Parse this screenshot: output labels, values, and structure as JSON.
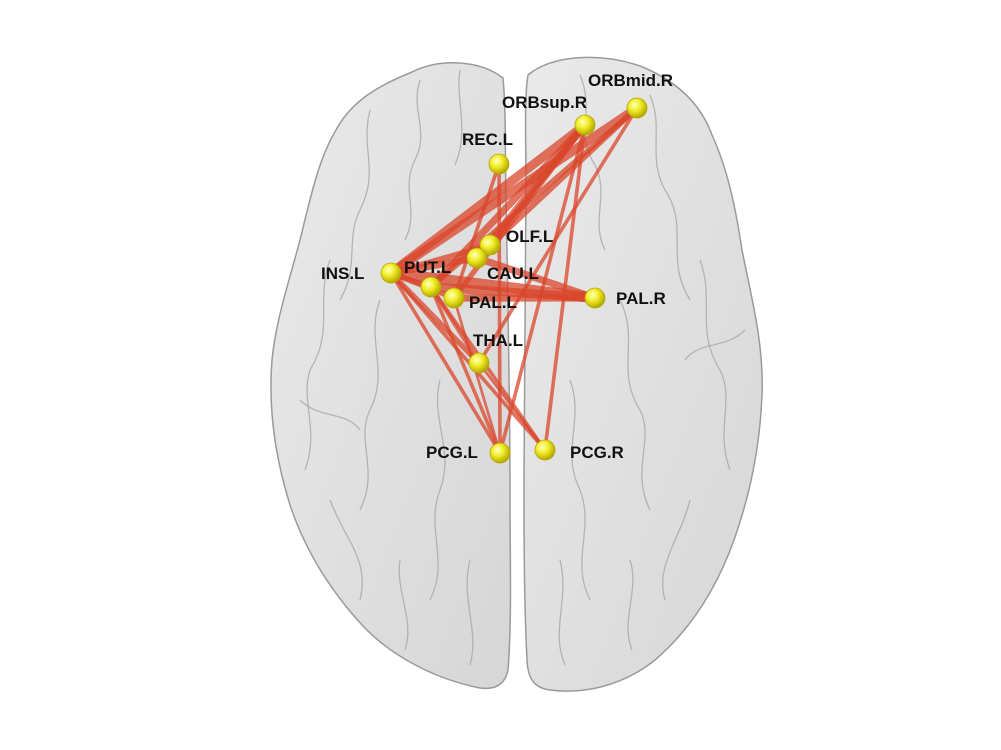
{
  "diagram": {
    "type": "brain-connectivity-network",
    "view": "axial-top",
    "colors": {
      "brain_fill": "#d8d8d8",
      "brain_stroke": "#9a9a9a",
      "edge": "#d9452b",
      "node": "#f2ee2a",
      "node_edge": "#b5a800",
      "label": "#111111"
    },
    "nodes": [
      {
        "id": "ORBmid.R",
        "label": "ORBmid.R"
      },
      {
        "id": "ORBsup.R",
        "label": "ORBsup.R"
      },
      {
        "id": "REC.L",
        "label": "REC.L"
      },
      {
        "id": "OLF.L",
        "label": "OLF.L"
      },
      {
        "id": "INS.L",
        "label": "INS.L"
      },
      {
        "id": "PUT.L",
        "label": "PUT.L"
      },
      {
        "id": "CAU.L",
        "label": "CAU.L"
      },
      {
        "id": "PAL.L",
        "label": "PAL.L"
      },
      {
        "id": "PAL.R",
        "label": "PAL.R"
      },
      {
        "id": "THA.L",
        "label": "THA.L"
      },
      {
        "id": "PCG.L",
        "label": "PCG.L"
      },
      {
        "id": "PCG.R",
        "label": "PCG.R"
      }
    ],
    "edges": [
      {
        "source": "INS.L",
        "target": "ORBsup.R",
        "weight": 5
      },
      {
        "source": "INS.L",
        "target": "ORBmid.R",
        "weight": 5
      },
      {
        "source": "INS.L",
        "target": "PAL.R",
        "weight": 6
      },
      {
        "source": "INS.L",
        "target": "CAU.L",
        "weight": 4
      },
      {
        "source": "INS.L",
        "target": "OLF.L",
        "weight": 3
      },
      {
        "source": "INS.L",
        "target": "PAL.L",
        "weight": 3
      },
      {
        "source": "INS.L",
        "target": "PUT.L",
        "weight": 3
      },
      {
        "source": "INS.L",
        "target": "THA.L",
        "weight": 3
      },
      {
        "source": "INS.L",
        "target": "PCG.L",
        "weight": 2
      },
      {
        "source": "INS.L",
        "target": "PCG.R",
        "weight": 2
      },
      {
        "source": "PUT.L",
        "target": "ORBsup.R",
        "weight": 4
      },
      {
        "source": "PUT.L",
        "target": "ORBmid.R",
        "weight": 3
      },
      {
        "source": "PUT.L",
        "target": "PAL.R",
        "weight": 5
      },
      {
        "source": "PUT.L",
        "target": "PCG.R",
        "weight": 2
      },
      {
        "source": "PUT.L",
        "target": "THA.L",
        "weight": 2
      },
      {
        "source": "PUT.L",
        "target": "PCG.L",
        "weight": 2
      },
      {
        "source": "CAU.L",
        "target": "ORBsup.R",
        "weight": 4
      },
      {
        "source": "CAU.L",
        "target": "ORBmid.R",
        "weight": 3
      },
      {
        "source": "CAU.L",
        "target": "PAL.R",
        "weight": 4
      },
      {
        "source": "OLF.L",
        "target": "ORBsup.R",
        "weight": 3
      },
      {
        "source": "PAL.L",
        "target": "PAL.R",
        "weight": 4
      },
      {
        "source": "PAL.L",
        "target": "ORBsup.R",
        "weight": 3
      },
      {
        "source": "REC.L",
        "target": "PAL.L",
        "weight": 2
      },
      {
        "source": "REC.L",
        "target": "PCG.L",
        "weight": 2
      },
      {
        "source": "ORBsup.R",
        "target": "PCG.L",
        "weight": 2
      },
      {
        "source": "ORBsup.R",
        "target": "PCG.R",
        "weight": 2
      },
      {
        "source": "THA.L",
        "target": "ORBmid.R",
        "weight": 2
      },
      {
        "source": "THA.L",
        "target": "PCG.R",
        "weight": 1.5
      },
      {
        "source": "PAL.L",
        "target": "PCG.L",
        "weight": 1.5
      }
    ]
  }
}
